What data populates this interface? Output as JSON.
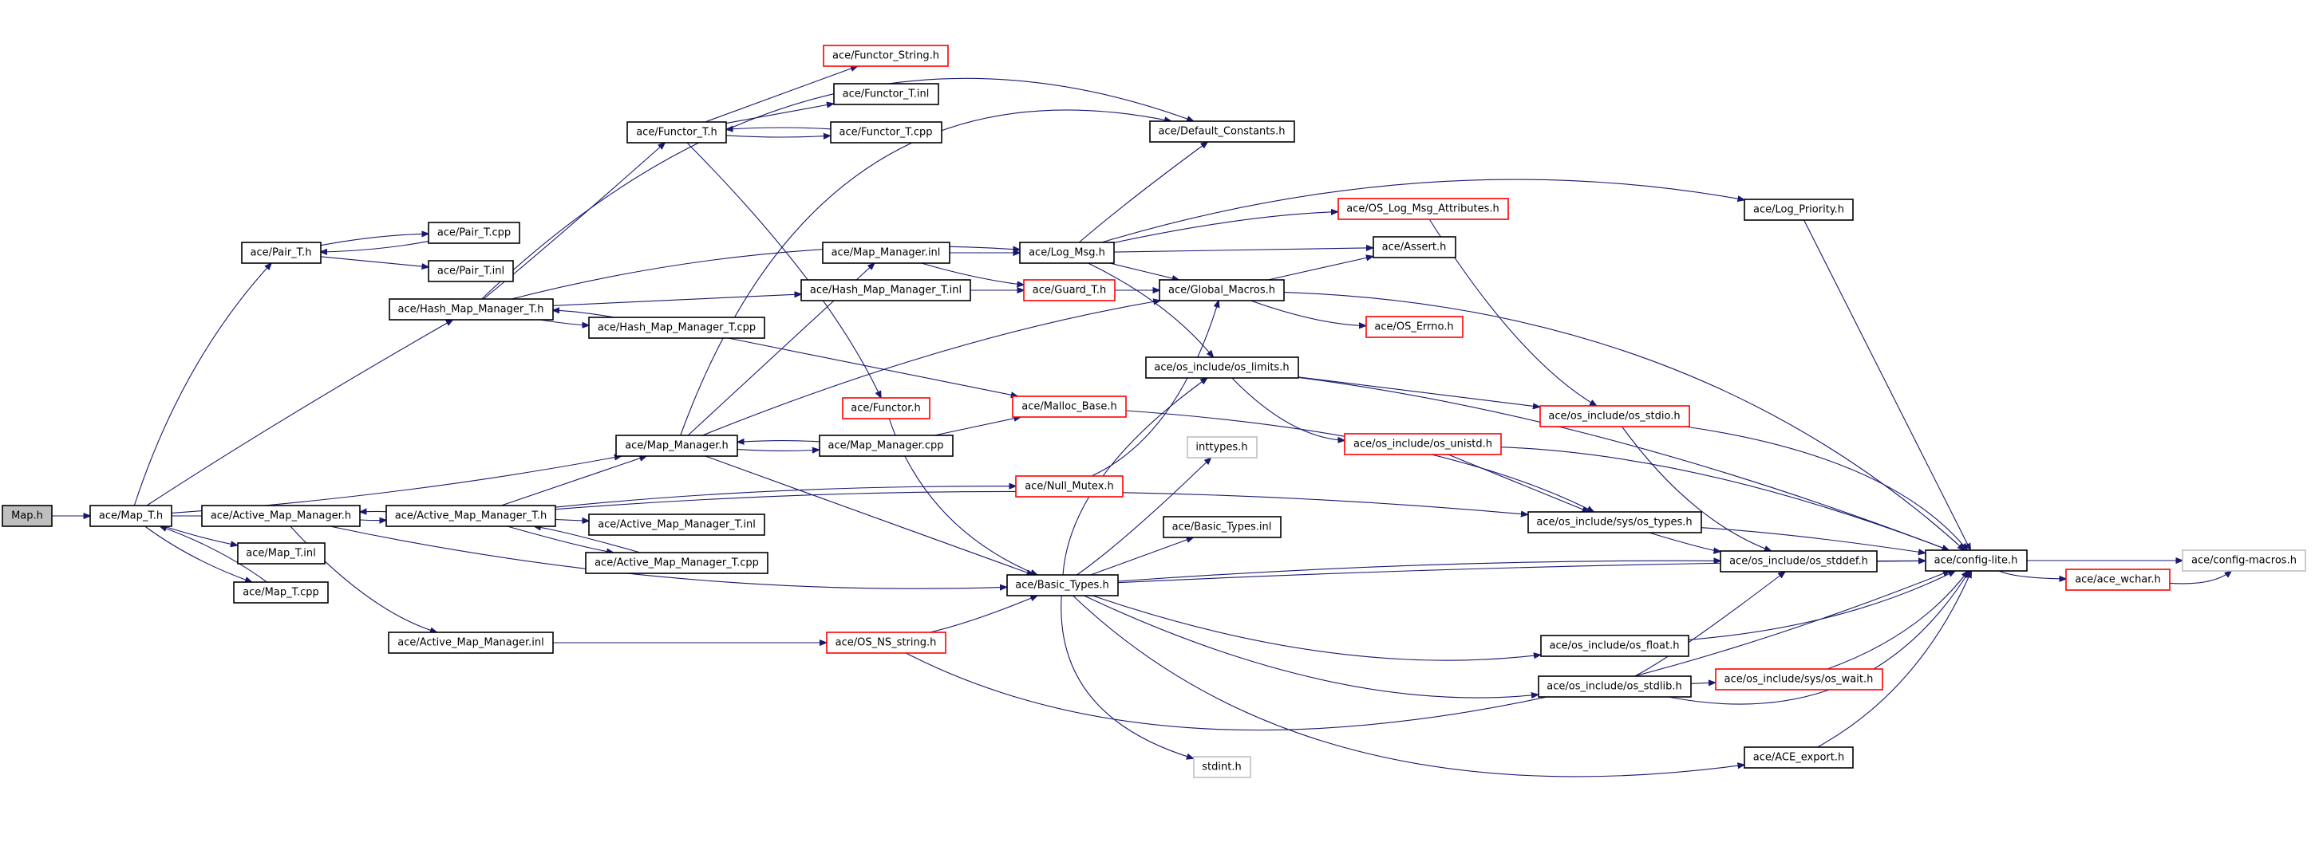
{
  "graph": {
    "colors": {
      "edge": "#191970",
      "normal_border": "#000000",
      "truncated_border": "#ff0000",
      "missing_border": "#bfbfbf",
      "root_fill": "#bfbfbf",
      "fill": "#ffffff"
    },
    "nodes": [
      {
        "id": "map_h",
        "label": "Map.h",
        "kind": "root"
      },
      {
        "id": "map_t_h",
        "label": "ace/Map_T.h",
        "kind": "normal"
      },
      {
        "id": "pair_t_h",
        "label": "ace/Pair_T.h",
        "kind": "normal"
      },
      {
        "id": "pair_t_cpp",
        "label": "ace/Pair_T.cpp",
        "kind": "normal"
      },
      {
        "id": "pair_t_inl",
        "label": "ace/Pair_T.inl",
        "kind": "normal"
      },
      {
        "id": "hash_mm_t_h",
        "label": "ace/Hash_Map_Manager_T.h",
        "kind": "normal"
      },
      {
        "id": "functor_t_h",
        "label": "ace/Functor_T.h",
        "kind": "normal"
      },
      {
        "id": "functor_string_h",
        "label": "ace/Functor_String.h",
        "kind": "truncated"
      },
      {
        "id": "functor_t_inl",
        "label": "ace/Functor_T.inl",
        "kind": "normal"
      },
      {
        "id": "functor_t_cpp",
        "label": "ace/Functor_T.cpp",
        "kind": "normal"
      },
      {
        "id": "default_constants_h",
        "label": "ace/Default_Constants.h",
        "kind": "normal"
      },
      {
        "id": "map_manager_inl",
        "label": "ace/Map_Manager.inl",
        "kind": "normal"
      },
      {
        "id": "log_msg_h",
        "label": "ace/Log_Msg.h",
        "kind": "normal"
      },
      {
        "id": "os_log_msg_attr_h",
        "label": "ace/OS_Log_Msg_Attributes.h",
        "kind": "truncated"
      },
      {
        "id": "log_priority_h",
        "label": "ace/Log_Priority.h",
        "kind": "normal"
      },
      {
        "id": "assert_h",
        "label": "ace/Assert.h",
        "kind": "normal"
      },
      {
        "id": "hash_mm_t_inl",
        "label": "ace/Hash_Map_Manager_T.inl",
        "kind": "normal"
      },
      {
        "id": "guard_t_h",
        "label": "ace/Guard_T.h",
        "kind": "truncated"
      },
      {
        "id": "global_macros_h",
        "label": "ace/Global_Macros.h",
        "kind": "normal"
      },
      {
        "id": "os_errno_h",
        "label": "ace/OS_Errno.h",
        "kind": "truncated"
      },
      {
        "id": "hash_mm_t_cpp",
        "label": "ace/Hash_Map_Manager_T.cpp",
        "kind": "normal"
      },
      {
        "id": "os_limits_h",
        "label": "ace/os_include/os_limits.h",
        "kind": "normal"
      },
      {
        "id": "functor_h",
        "label": "ace/Functor.h",
        "kind": "truncated"
      },
      {
        "id": "malloc_base_h",
        "label": "ace/Malloc_Base.h",
        "kind": "truncated"
      },
      {
        "id": "os_stdio_h",
        "label": "ace/os_include/os_stdio.h",
        "kind": "truncated"
      },
      {
        "id": "map_manager_h",
        "label": "ace/Map_Manager.h",
        "kind": "normal"
      },
      {
        "id": "map_manager_cpp",
        "label": "ace/Map_Manager.cpp",
        "kind": "normal"
      },
      {
        "id": "os_unistd_h",
        "label": "ace/os_include/os_unistd.h",
        "kind": "truncated"
      },
      {
        "id": "inttypes_h",
        "label": "inttypes.h",
        "kind": "missing"
      },
      {
        "id": "null_mutex_h",
        "label": "ace/Null_Mutex.h",
        "kind": "truncated"
      },
      {
        "id": "active_mm_h",
        "label": "ace/Active_Map_Manager.h",
        "kind": "normal"
      },
      {
        "id": "active_mm_t_h",
        "label": "ace/Active_Map_Manager_T.h",
        "kind": "normal"
      },
      {
        "id": "os_sys_types_h",
        "label": "ace/os_include/sys/os_types.h",
        "kind": "normal"
      },
      {
        "id": "basic_types_inl",
        "label": "ace/Basic_Types.inl",
        "kind": "normal"
      },
      {
        "id": "active_mm_t_inl",
        "label": "ace/Active_Map_Manager_T.inl",
        "kind": "normal"
      },
      {
        "id": "map_t_inl",
        "label": "ace/Map_T.inl",
        "kind": "normal"
      },
      {
        "id": "config_lite_h",
        "label": "ace/config-lite.h",
        "kind": "normal"
      },
      {
        "id": "config_macros_h",
        "label": "ace/config-macros.h",
        "kind": "missing"
      },
      {
        "id": "os_stddef_h",
        "label": "ace/os_include/os_stddef.h",
        "kind": "normal"
      },
      {
        "id": "active_mm_t_cpp",
        "label": "ace/Active_Map_Manager_T.cpp",
        "kind": "normal"
      },
      {
        "id": "ace_wchar_h",
        "label": "ace/ace_wchar.h",
        "kind": "truncated"
      },
      {
        "id": "basic_types_h",
        "label": "ace/Basic_Types.h",
        "kind": "normal"
      },
      {
        "id": "map_t_cpp",
        "label": "ace/Map_T.cpp",
        "kind": "normal"
      },
      {
        "id": "active_mm_inl",
        "label": "ace/Active_Map_Manager.inl",
        "kind": "normal"
      },
      {
        "id": "os_ns_string_h",
        "label": "ace/OS_NS_string.h",
        "kind": "truncated"
      },
      {
        "id": "os_float_h",
        "label": "ace/os_include/os_float.h",
        "kind": "normal"
      },
      {
        "id": "os_stdlib_h",
        "label": "ace/os_include/os_stdlib.h",
        "kind": "normal"
      },
      {
        "id": "os_sys_wait_h",
        "label": "ace/os_include/sys/os_wait.h",
        "kind": "truncated"
      },
      {
        "id": "ace_export_h",
        "label": "ace/ACE_export.h",
        "kind": "normal"
      },
      {
        "id": "stdint_h",
        "label": "stdint.h",
        "kind": "missing"
      }
    ],
    "edges": [
      [
        "map_h",
        "map_t_h"
      ],
      [
        "map_t_h",
        "pair_t_h"
      ],
      [
        "map_t_h",
        "hash_mm_t_h"
      ],
      [
        "map_t_h",
        "map_manager_h"
      ],
      [
        "map_t_h",
        "active_mm_h"
      ],
      [
        "map_t_h",
        "map_t_inl"
      ],
      [
        "map_t_h",
        "map_t_cpp"
      ],
      [
        "map_t_cpp",
        "map_t_h"
      ],
      [
        "pair_t_h",
        "pair_t_cpp"
      ],
      [
        "pair_t_h",
        "pair_t_inl"
      ],
      [
        "pair_t_cpp",
        "pair_t_h"
      ],
      [
        "hash_mm_t_h",
        "functor_t_h"
      ],
      [
        "hash_mm_t_h",
        "default_constants_h"
      ],
      [
        "hash_mm_t_h",
        "log_msg_h"
      ],
      [
        "hash_mm_t_h",
        "hash_mm_t_inl"
      ],
      [
        "hash_mm_t_h",
        "hash_mm_t_cpp"
      ],
      [
        "hash_mm_t_cpp",
        "hash_mm_t_h"
      ],
      [
        "hash_mm_t_cpp",
        "malloc_base_h"
      ],
      [
        "functor_t_h",
        "functor_string_h"
      ],
      [
        "functor_t_h",
        "functor_t_inl"
      ],
      [
        "functor_t_h",
        "functor_t_cpp"
      ],
      [
        "functor_t_h",
        "functor_h"
      ],
      [
        "functor_t_cpp",
        "functor_t_h"
      ],
      [
        "map_manager_inl",
        "log_msg_h"
      ],
      [
        "map_manager_inl",
        "guard_t_h"
      ],
      [
        "hash_mm_t_inl",
        "guard_t_h"
      ],
      [
        "log_msg_h",
        "default_constants_h"
      ],
      [
        "log_msg_h",
        "os_log_msg_attr_h"
      ],
      [
        "log_msg_h",
        "log_priority_h"
      ],
      [
        "log_msg_h",
        "assert_h"
      ],
      [
        "log_msg_h",
        "global_macros_h"
      ],
      [
        "log_msg_h",
        "os_limits_h"
      ],
      [
        "guard_t_h",
        "global_macros_h"
      ],
      [
        "global_macros_h",
        "assert_h"
      ],
      [
        "global_macros_h",
        "os_errno_h"
      ],
      [
        "global_macros_h",
        "config_lite_h"
      ],
      [
        "os_log_msg_attr_h",
        "os_stdio_h"
      ],
      [
        "log_priority_h",
        "config_lite_h"
      ],
      [
        "os_limits_h",
        "os_stdio_h"
      ],
      [
        "os_limits_h",
        "os_unistd_h"
      ],
      [
        "os_limits_h",
        "config_lite_h"
      ],
      [
        "os_stdio_h",
        "os_stddef_h"
      ],
      [
        "os_stdio_h",
        "config_lite_h"
      ],
      [
        "os_unistd_h",
        "os_sys_types_h"
      ],
      [
        "os_unistd_h",
        "config_lite_h"
      ],
      [
        "malloc_base_h",
        "os_sys_types_h"
      ],
      [
        "functor_h",
        "basic_types_h"
      ],
      [
        "map_manager_h",
        "map_manager_inl"
      ],
      [
        "map_manager_h",
        "map_manager_cpp"
      ],
      [
        "map_manager_h",
        "default_constants_h"
      ],
      [
        "map_manager_h",
        "global_macros_h"
      ],
      [
        "map_manager_h",
        "basic_types_h"
      ],
      [
        "map_manager_cpp",
        "map_manager_h"
      ],
      [
        "map_manager_cpp",
        "malloc_base_h"
      ],
      [
        "null_mutex_h",
        "global_macros_h"
      ],
      [
        "active_mm_h",
        "active_mm_t_h"
      ],
      [
        "active_mm_h",
        "active_mm_inl"
      ],
      [
        "active_mm_h",
        "basic_types_h"
      ],
      [
        "active_mm_t_h",
        "active_mm_h"
      ],
      [
        "active_mm_t_h",
        "active_mm_t_inl"
      ],
      [
        "active_mm_t_h",
        "active_mm_t_cpp"
      ],
      [
        "active_mm_t_h",
        "map_manager_h"
      ],
      [
        "active_mm_t_h",
        "null_mutex_h"
      ],
      [
        "active_mm_t_h",
        "os_sys_types_h"
      ],
      [
        "active_mm_t_cpp",
        "active_mm_t_h"
      ],
      [
        "active_mm_inl",
        "os_ns_string_h"
      ],
      [
        "os_ns_string_h",
        "basic_types_h"
      ],
      [
        "os_ns_string_h",
        "config_lite_h"
      ],
      [
        "basic_types_h",
        "os_limits_h"
      ],
      [
        "basic_types_h",
        "inttypes_h"
      ],
      [
        "basic_types_h",
        "basic_types_inl"
      ],
      [
        "basic_types_h",
        "os_stddef_h"
      ],
      [
        "basic_types_h",
        "config_lite_h"
      ],
      [
        "basic_types_h",
        "os_float_h"
      ],
      [
        "basic_types_h",
        "os_stdlib_h"
      ],
      [
        "basic_types_h",
        "ace_export_h"
      ],
      [
        "basic_types_h",
        "stdint_h"
      ],
      [
        "os_sys_types_h",
        "os_stddef_h"
      ],
      [
        "os_sys_types_h",
        "config_lite_h"
      ],
      [
        "os_stddef_h",
        "config_lite_h"
      ],
      [
        "os_float_h",
        "config_lite_h"
      ],
      [
        "os_stdlib_h",
        "os_stddef_h"
      ],
      [
        "os_stdlib_h",
        "os_sys_wait_h"
      ],
      [
        "os_stdlib_h",
        "config_lite_h"
      ],
      [
        "os_sys_wait_h",
        "config_lite_h"
      ],
      [
        "ace_export_h",
        "config_lite_h"
      ],
      [
        "config_lite_h",
        "config_macros_h"
      ],
      [
        "config_lite_h",
        "ace_wchar_h"
      ],
      [
        "ace_wchar_h",
        "config_macros_h"
      ]
    ]
  }
}
